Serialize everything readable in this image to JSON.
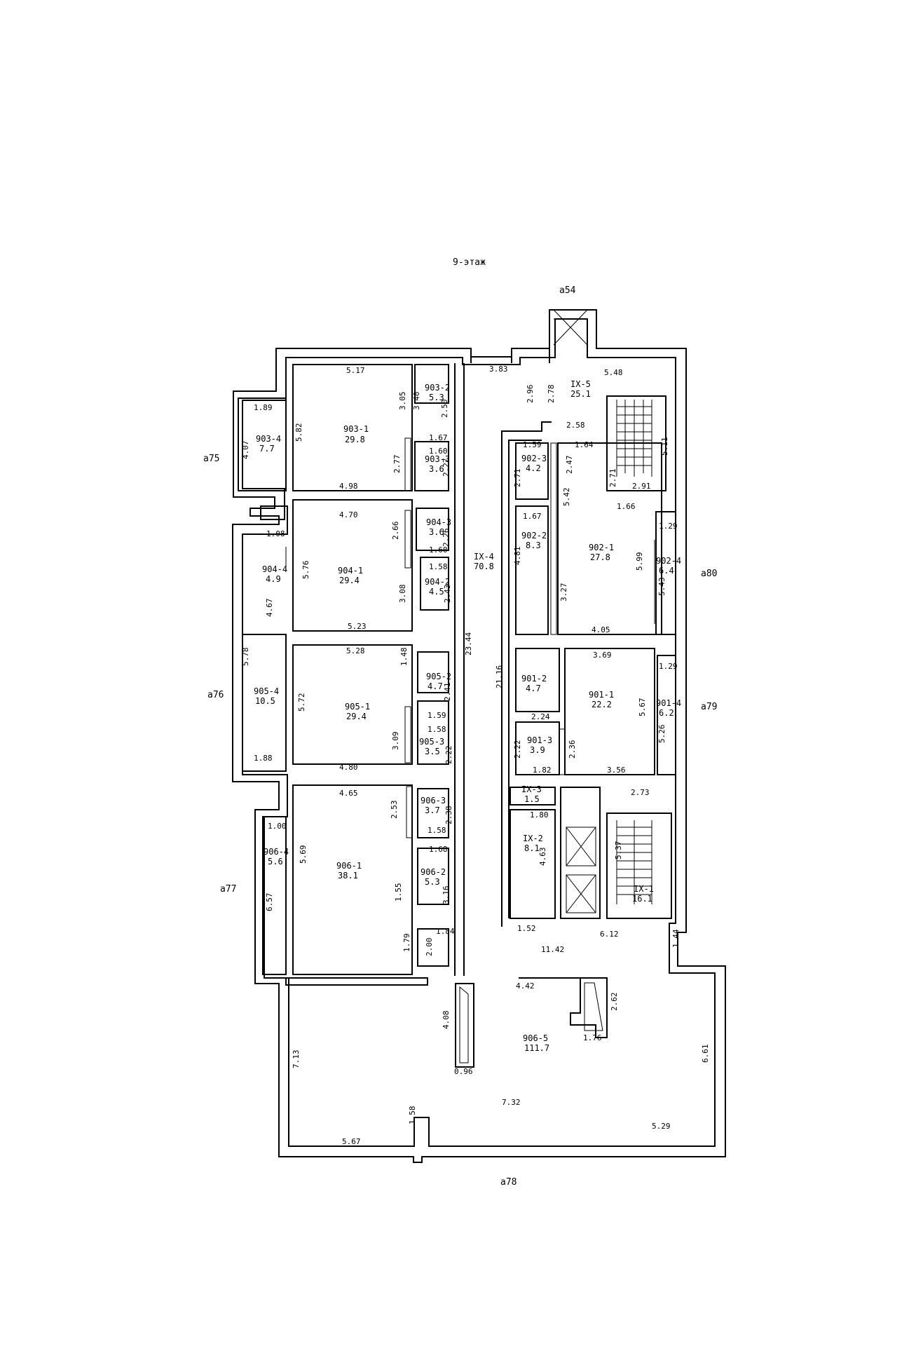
{
  "title": "9-этаж",
  "axes": [
    "а54",
    "а75",
    "а76",
    "а77",
    "а78",
    "а79",
    "а80"
  ],
  "rooms": [
    {
      "id": "903-1",
      "area": "29.8"
    },
    {
      "id": "903-2",
      "area": "5.3"
    },
    {
      "id": "903-3",
      "area": "3.6"
    },
    {
      "id": "903-4",
      "area": "7.7"
    },
    {
      "id": "904-1",
      "area": "29.4"
    },
    {
      "id": "904-2",
      "area": "4.5"
    },
    {
      "id": "904-3",
      "area": "3.6"
    },
    {
      "id": "904-4",
      "area": "4.9"
    },
    {
      "id": "905-1",
      "area": "29.4"
    },
    {
      "id": "905-2",
      "area": "4.7"
    },
    {
      "id": "905-3",
      "area": "3.5"
    },
    {
      "id": "905-4",
      "area": "10.5"
    },
    {
      "id": "906-1",
      "area": "38.1"
    },
    {
      "id": "906-2",
      "area": "5.3"
    },
    {
      "id": "906-3",
      "area": "3.7"
    },
    {
      "id": "906-4",
      "area": "5.6"
    },
    {
      "id": "906-5",
      "area": "111.7"
    },
    {
      "id": "IX-4",
      "area": "70.8"
    },
    {
      "id": "IX-5",
      "area": "25.1"
    },
    {
      "id": "902-1",
      "area": "27.8"
    },
    {
      "id": "902-2",
      "area": "8.3"
    },
    {
      "id": "902-3",
      "area": "4.2"
    },
    {
      "id": "902-4",
      "area": "6.4"
    },
    {
      "id": "901-1",
      "area": "22.2"
    },
    {
      "id": "901-2",
      "area": "4.7"
    },
    {
      "id": "901-3",
      "area": "3.9"
    },
    {
      "id": "901-4",
      "area": "6.2"
    },
    {
      "id": "IX-1",
      "area": "16.1"
    },
    {
      "id": "IX-2",
      "area": "8.1"
    },
    {
      "id": "IX-3",
      "area": "1.5"
    }
  ],
  "dimensions": [
    "5.17",
    "3.05",
    "3.40",
    "2.50",
    "1.89",
    "4.07",
    "5.82",
    "2.77",
    "4.98",
    "1.67",
    "1.60",
    "2.27",
    "4.70",
    "2.66",
    "1.08",
    "5.76",
    "2.26",
    "1.60",
    "1.58",
    "2.43",
    "3.08",
    "4.67",
    "5.23",
    "5.28",
    "1.48",
    "5.78",
    "5.72",
    "2.41",
    "1.59",
    "1.58",
    "3.09",
    "2.22",
    "1.88",
    "4.80",
    "4.65",
    "2.53",
    "1.00",
    "5.69",
    "2.38",
    "1.58",
    "1.68",
    "1.55",
    "3.16",
    "6.57",
    "1.79",
    "2.00",
    "1.84",
    "3.83",
    "23.44",
    "21.16",
    "11.42",
    "4.42",
    "2.62",
    "4.08",
    "0.96",
    "1.76",
    "7.13",
    "6.61",
    "7.32",
    "1.58",
    "5.67",
    "5.29",
    "2.96",
    "2.78",
    "5.48",
    "2.58",
    "2.71",
    "5.11",
    "2.91",
    "1.59",
    "1.64",
    "2.71",
    "2.47",
    "1.66",
    "5.42",
    "1.29",
    "1.67",
    "4.81",
    "5.99",
    "5.43",
    "3.27",
    "4.05",
    "3.69",
    "1.29",
    "5.67",
    "5.26",
    "2.24",
    "2.22",
    "2.36",
    "1.82",
    "3.56",
    "2.73",
    "1.80",
    "5.37",
    "4.63",
    "1.52",
    "6.12",
    "1.44"
  ]
}
